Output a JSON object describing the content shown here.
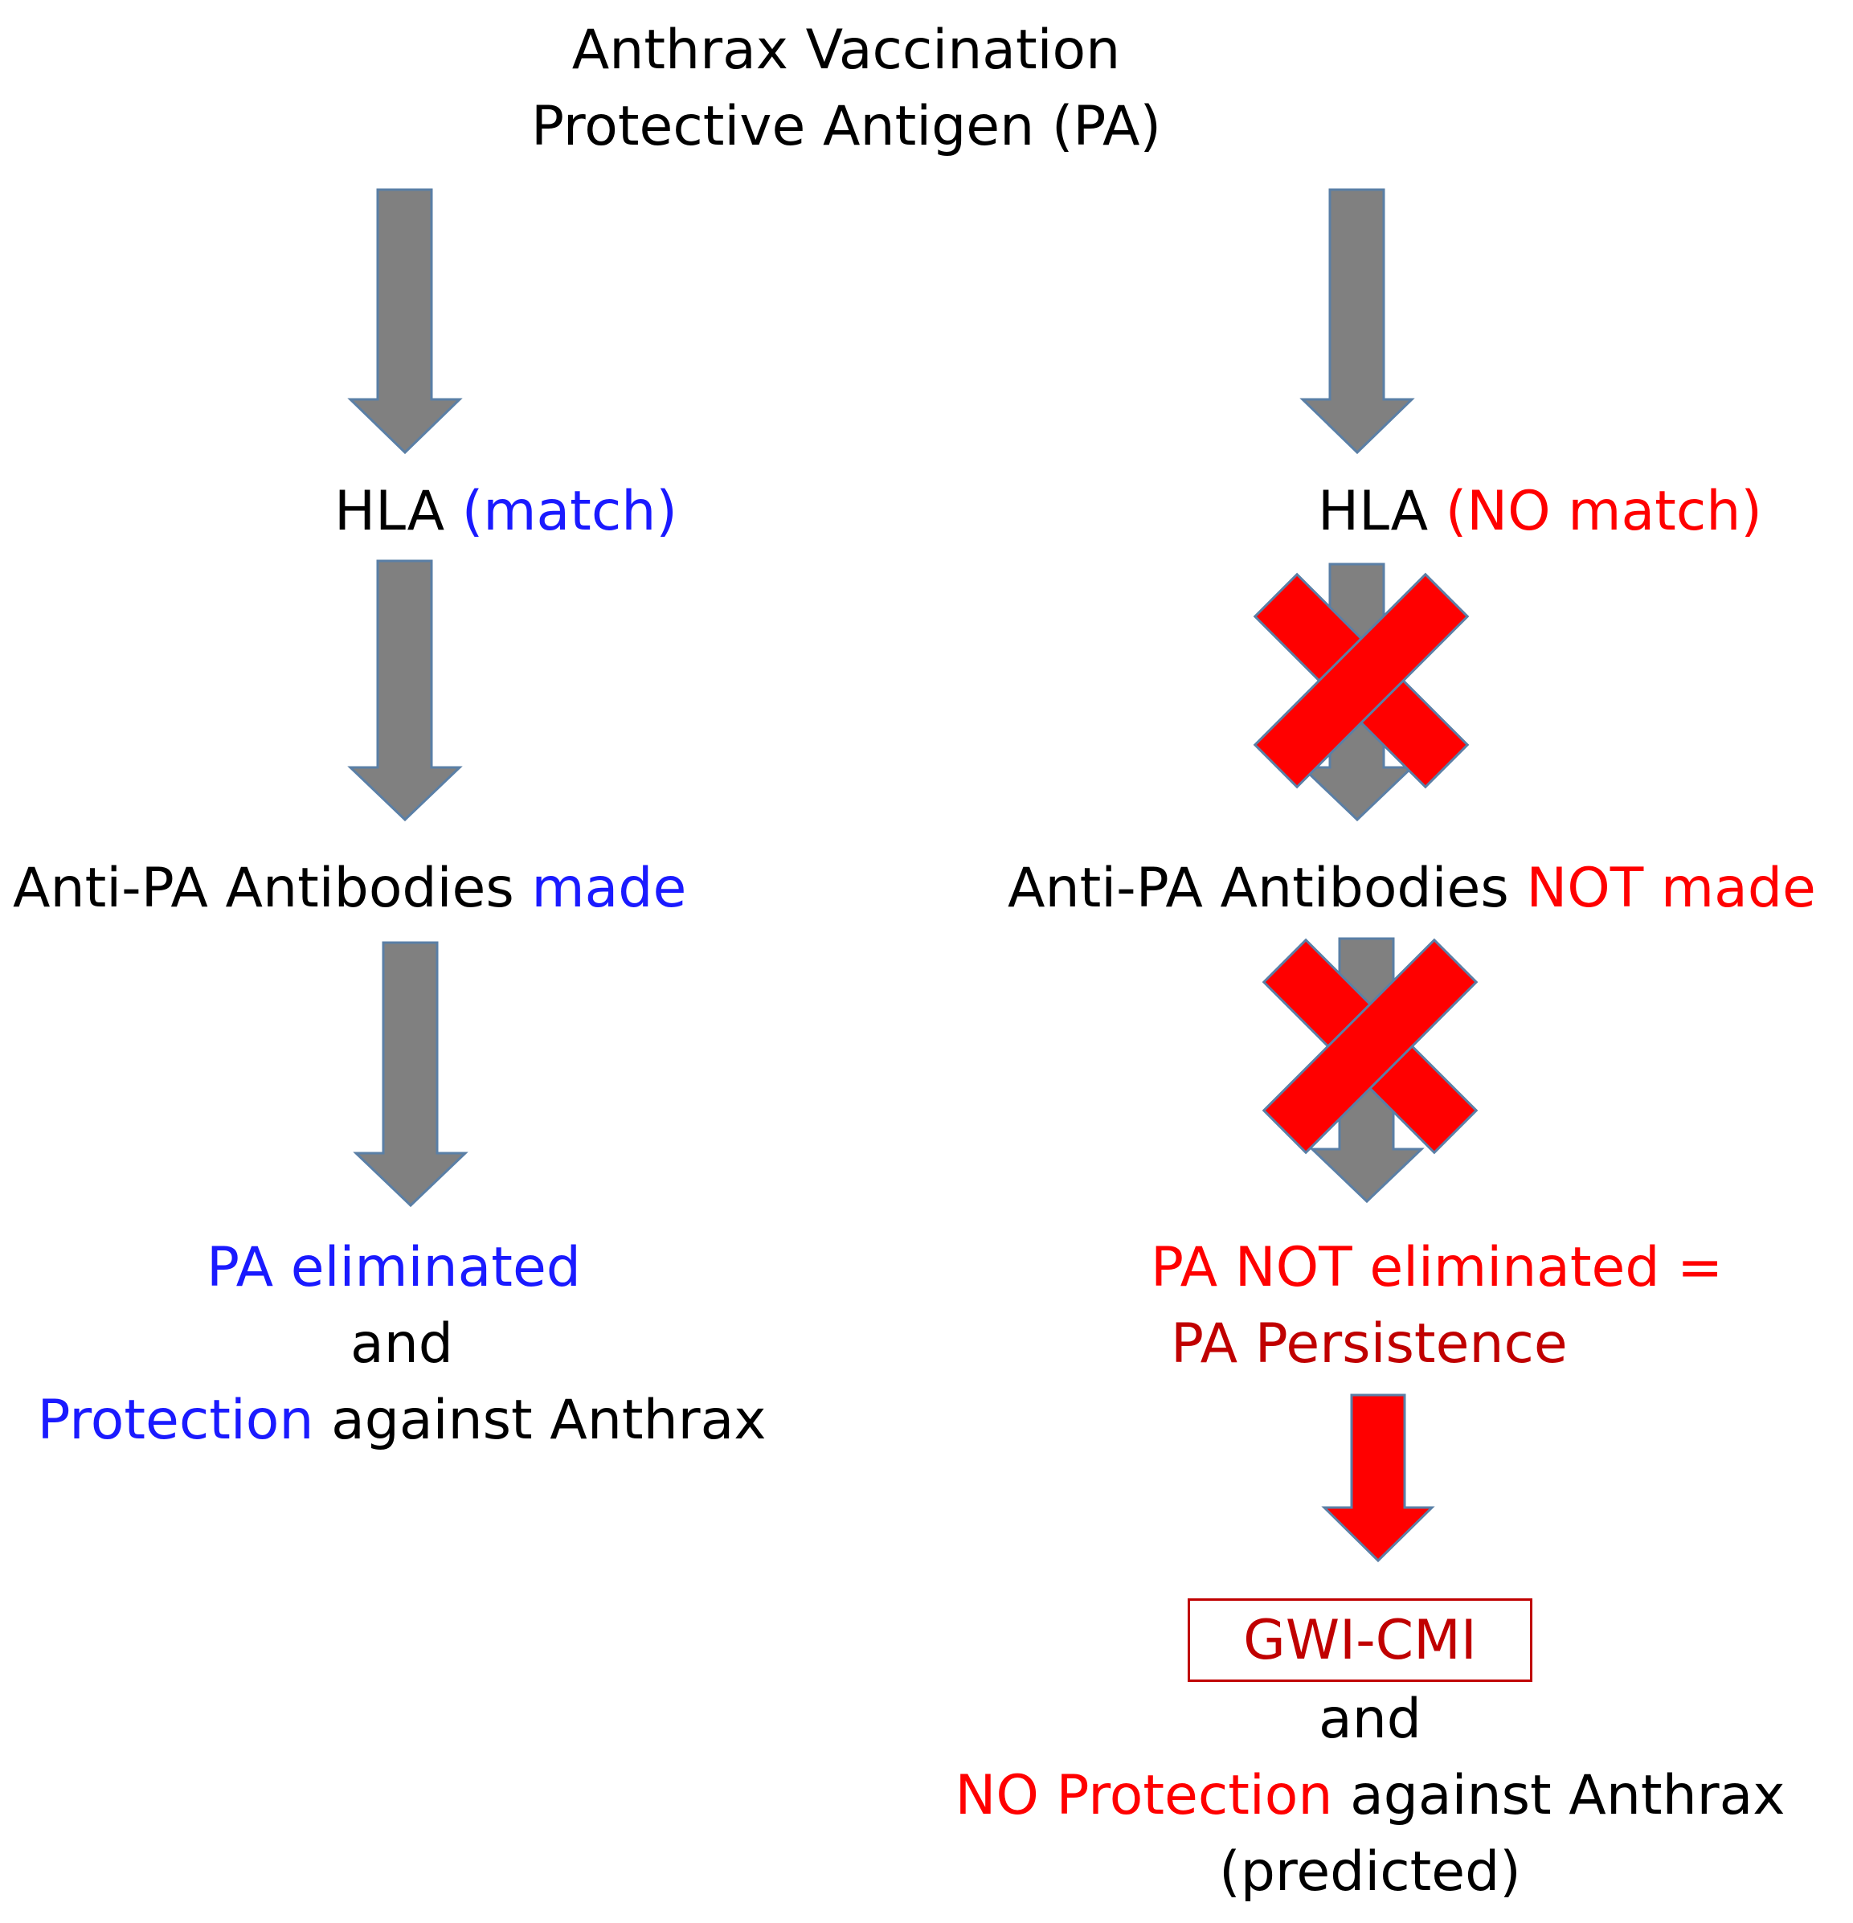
{
  "title": {
    "line1": "Anthrax Vaccination",
    "line2": "Protective Antigen (PA)"
  },
  "left": {
    "hla_prefix": "HLA",
    "hla_status": "(match)",
    "antibodies_prefix": "Anti-PA Antibodies",
    "antibodies_status": "made",
    "outcome_line1": "PA eliminated",
    "outcome_line2": "and",
    "outcome_line3_highlight": "Protection",
    "outcome_line3_rest": " against Anthrax"
  },
  "right": {
    "hla_prefix": "HLA",
    "hla_status": "(NO match)",
    "antibodies_prefix": "Anti-PA Antibodies",
    "antibodies_status": "NOT made",
    "outcome_line1": "PA NOT eliminated =",
    "outcome_line2": "PA Persistence",
    "gwi_label": "GWI-CMI",
    "final_line1": "and",
    "final_line2_highlight": "NO Protection",
    "final_line2_rest": " against Anthrax",
    "final_line3": "(predicted)"
  },
  "colors": {
    "arrow_gray": "#808080",
    "arrow_outline": "#5a7fa6",
    "blocked_x_red": "#ff0000",
    "persistence_arrow_red": "#ff0000",
    "positive_blue": "#1a1aff",
    "negative_red": "#ff0000",
    "dark_red": "#c00000"
  }
}
